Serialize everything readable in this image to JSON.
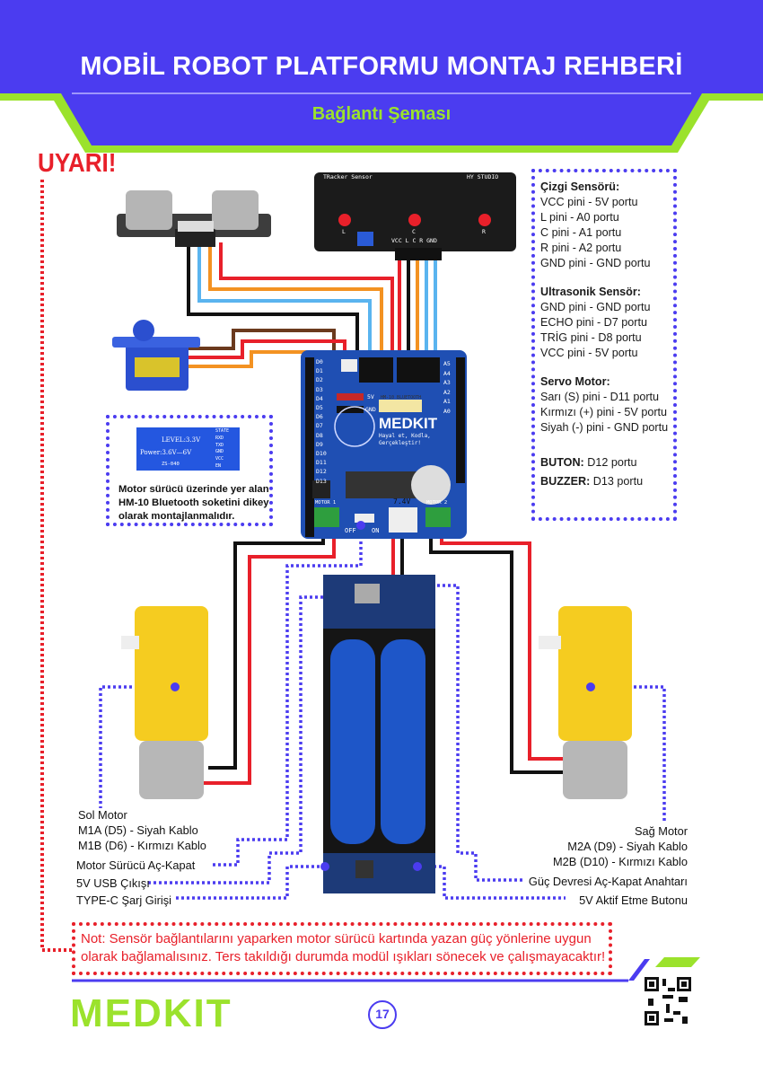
{
  "header": {
    "title": "MOBİL ROBOT PLATFORMU MONTAJ REHBERİ",
    "subtitle": "Bağlantı Şeması"
  },
  "warning": "UYARI!",
  "pin_box": {
    "line_sensor": {
      "title": "Çizgi Sensörü:",
      "lines": [
        "VCC pini - 5V portu",
        "L pini - A0 portu",
        "C pini - A1 portu",
        "R pini - A2 portu",
        "GND pini - GND portu"
      ]
    },
    "ultrasonic": {
      "title": "Ultrasonik Sensör:",
      "lines": [
        "GND pini - GND portu",
        "ECHO pini - D7 portu",
        "TRİG pini - D8 portu",
        "VCC pini - 5V portu"
      ]
    },
    "servo": {
      "title": "Servo Motor:",
      "lines": [
        "Sarı (S) pini - D11 portu",
        "Kırmızı (+) pini - 5V portu",
        "Siyah (-) pini - GND portu"
      ]
    },
    "button": {
      "key": "BUTON:",
      "value": " D12 portu"
    },
    "buzzer": {
      "key": "BUZZER:",
      "value": " D13 portu"
    }
  },
  "bluetooth": {
    "caption": "Motor sürücü üzerinde yer alan HM-10 Bluetooth soketini dikey olarak montajlanmalıdır.",
    "pins": [
      "STATE",
      "RXD",
      "TXD",
      "GND",
      "VCC",
      "EN"
    ],
    "level": "LEVEL:3.3V",
    "power": "Power:3.6V—6V",
    "model": "ZS-040"
  },
  "line_sensor_board": {
    "name": "TRacker Sensor",
    "brand": "HY STUDIO",
    "leds": [
      "L",
      "C",
      "R"
    ],
    "pins": "VCC L C R GND"
  },
  "board": {
    "brand": "MEDKIT",
    "slogan": "Hayal et, Kodla, Gerçekleştir!",
    "left_pins": [
      "D0",
      "D1",
      "D2",
      "D3",
      "D4",
      "D5",
      "D6",
      "D7",
      "D8",
      "D9",
      "D10",
      "D11",
      "D12",
      "D13"
    ],
    "right_pins": [
      "A5",
      "A4",
      "A3",
      "A2",
      "A1",
      "A0"
    ],
    "motor1": "MOTOR 1",
    "motor2": "MOTOR 2",
    "bt": "HM-10 BLUETOOTH",
    "voltage": "7.4V",
    "off": "OFF",
    "on": "ON",
    "v5": "5V",
    "gnd": "GND"
  },
  "left_labels": {
    "motor": "Sol Motor",
    "m1a": "M1A (D5) - Siyah Kablo",
    "m1b": "M1B (D6) - Kırmızı Kablo",
    "switch": "Motor Sürücü Aç-Kapat",
    "usb": "5V USB Çıkışı",
    "typec": "TYPE-C Şarj Girişi"
  },
  "right_labels": {
    "motor": "Sağ Motor",
    "m2a": "M2A (D9) - Siyah Kablo",
    "m2b": "M2B (D10) - Kırmızı Kablo",
    "power_switch": "Güç Devresi Aç-Kapat Anahtarı",
    "enable_button": "5V Aktif Etme Butonu"
  },
  "note": "Not: Sensör bağlantılarını yaparken motor sürücü kartında yazan güç yönlerine uygun olarak bağlamalısınız. Ters takıldığı durumda modül ışıkları sönecek ve çalışmayacaktır!",
  "footer": {
    "logo": "MEDKIT",
    "page": "17"
  },
  "colors": {
    "primary": "#4b3cf0",
    "accent": "#9be22c",
    "warning": "#e8202a"
  }
}
